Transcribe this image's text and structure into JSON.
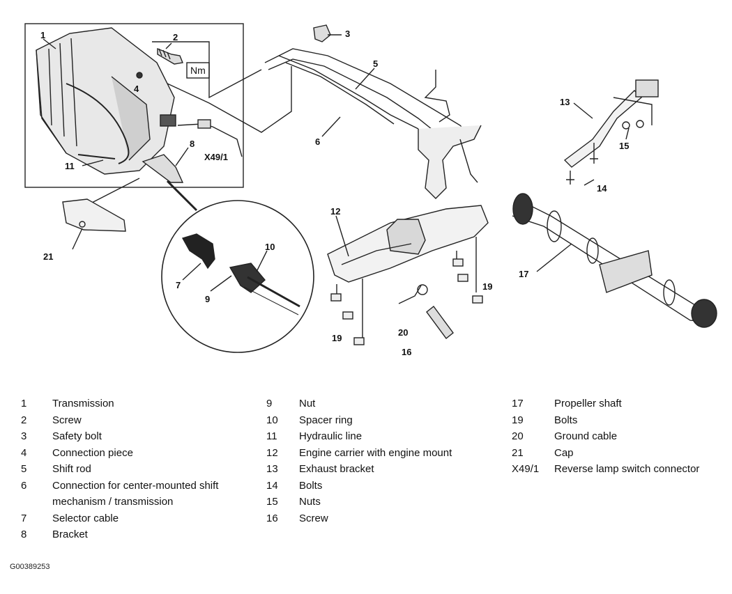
{
  "diagram": {
    "torque_label": "Nm",
    "callouts": {
      "c1": "1",
      "c2": "2",
      "c3": "3",
      "c4": "4",
      "c5": "5",
      "c6": "6",
      "c7": "7",
      "c8": "8",
      "c9": "9",
      "c10": "10",
      "c11": "11",
      "c12": "12",
      "c13": "13",
      "c14": "14",
      "c15": "15",
      "c16": "16",
      "c17": "17",
      "c19a": "19",
      "c19b": "19",
      "c20": "20",
      "c21": "21",
      "x49": "X49/1"
    }
  },
  "legend": [
    [
      {
        "num": "1",
        "text": "Transmission"
      },
      {
        "num": "2",
        "text": "Screw"
      },
      {
        "num": "3",
        "text": "Safety bolt"
      },
      {
        "num": "4",
        "text": "Connection piece"
      },
      {
        "num": "5",
        "text": "Shift rod"
      },
      {
        "num": "6",
        "text": "Connection for center-mounted shift"
      },
      {
        "num": "",
        "text": "mechanism / transmission"
      },
      {
        "num": "7",
        "text": "Selector cable"
      },
      {
        "num": "8",
        "text": "Bracket"
      }
    ],
    [
      {
        "num": "9",
        "text": "Nut"
      },
      {
        "num": "10",
        "text": "Spacer ring"
      },
      {
        "num": "11",
        "text": "Hydraulic line"
      },
      {
        "num": "12",
        "text": "Engine carrier with engine mount"
      },
      {
        "num": "13",
        "text": "Exhaust bracket"
      },
      {
        "num": "14",
        "text": "Bolts"
      },
      {
        "num": "15",
        "text": "Nuts"
      },
      {
        "num": "16",
        "text": "Screw"
      }
    ],
    [
      {
        "num": "17",
        "text": "Propeller shaft"
      },
      {
        "num": "19",
        "text": "Bolts"
      },
      {
        "num": "20",
        "text": "Ground cable"
      },
      {
        "num": "21",
        "text": "Cap"
      },
      {
        "num": "X49/1",
        "text": "Reverse lamp switch connector"
      }
    ]
  ],
  "figure_code": "G00389253"
}
